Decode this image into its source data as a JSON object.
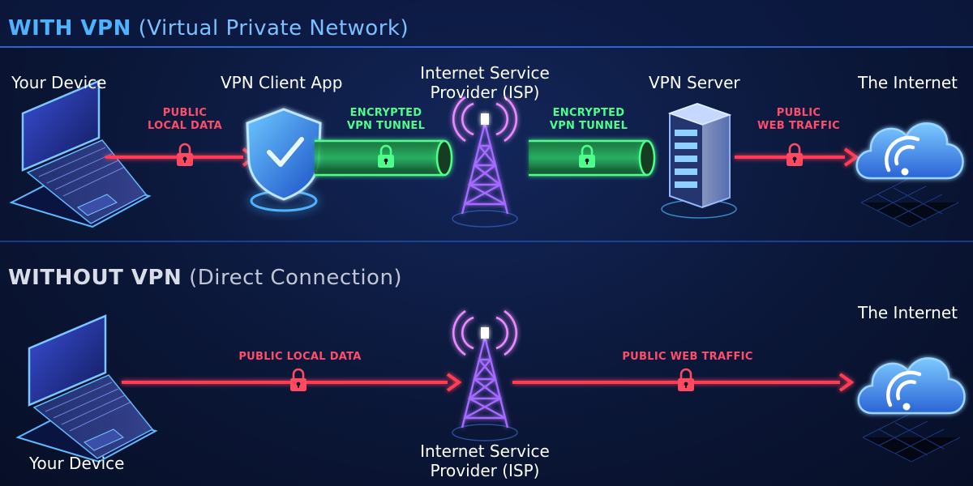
{
  "sections": {
    "vpn": {
      "title_bold": "WITH VPN",
      "title_sub": "(Virtual Private Network)",
      "nodes": {
        "device": "Your Device",
        "client": "VPN Client App",
        "isp_line1": "Internet Service",
        "isp_line2": "Provider (ISP)",
        "server": "VPN Server",
        "internet": "The Internet"
      },
      "links": {
        "l1_line1": "PUBLIC",
        "l1_line2": "LOCAL DATA",
        "l2_line1": "ENCRYPTED",
        "l2_line2": "VPN TUNNEL",
        "l3_line1": "ENCRYPTED",
        "l3_line2": "VPN TUNNEL",
        "l4_line1": "PUBLIC",
        "l4_line2": "WEB TRAFFIC"
      }
    },
    "novpn": {
      "title_bold": "WITHOUT VPN",
      "title_sub": "(Direct Connection)",
      "nodes": {
        "device": "Your Device",
        "isp_line1": "Internet Service",
        "isp_line2": "Provider (ISP)",
        "internet": "The Internet"
      },
      "links": {
        "l1": "PUBLIC LOCAL DATA",
        "l2": "PUBLIC WEB TRAFFIC"
      }
    }
  },
  "colors": {
    "public": "#ff3b55",
    "encrypted": "#3dff7a",
    "accent": "#4fb2ff",
    "background": "#0b1738"
  },
  "icons": [
    "laptop-icon",
    "shield-check-icon",
    "lock-icon",
    "radio-tower-icon",
    "server-rack-icon",
    "cloud-wifi-icon"
  ]
}
